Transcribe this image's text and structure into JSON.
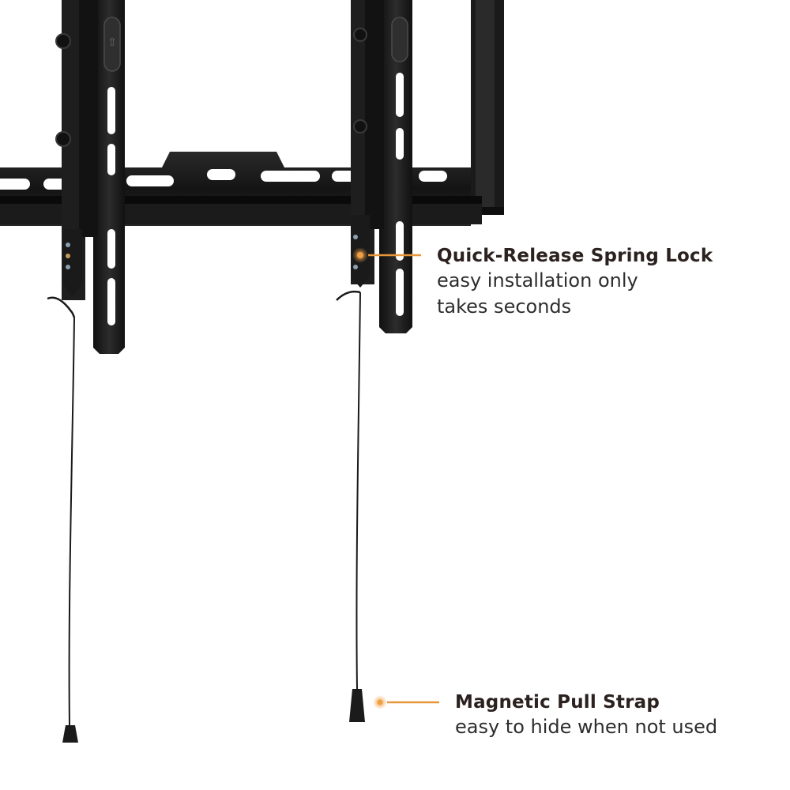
{
  "callouts": [
    {
      "title": "Quick-Release Spring Lock",
      "desc_line1": "easy installation only",
      "desc_line2": "takes seconds"
    },
    {
      "title": "Magnetic Pull Strap",
      "desc_line1": "easy to hide when not used"
    }
  ],
  "colors": {
    "accent": "#e8963a",
    "metal": "#1c1c1c",
    "metal_highlight": "#3a3a3a",
    "text_title": "#2b211e",
    "text_body": "#2d2d2d"
  },
  "icons": [
    "arrow-up-icon",
    "screw-icon",
    "pull-weight-icon"
  ]
}
